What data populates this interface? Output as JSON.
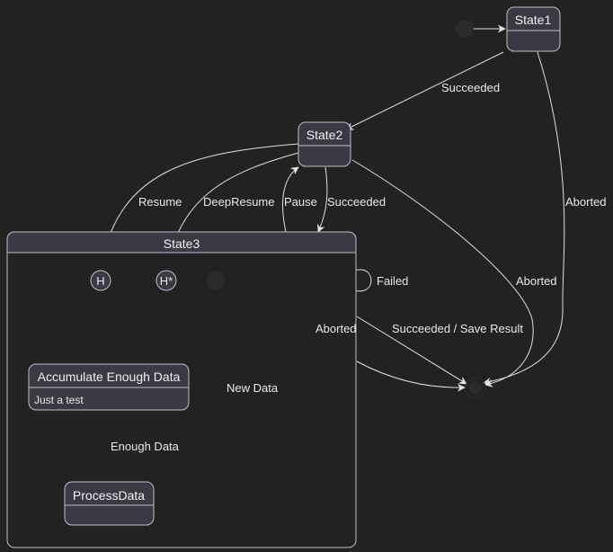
{
  "states": {
    "state1": "State1",
    "state2": "State2",
    "state3": "State3",
    "accumulate": "Accumulate Enough Data",
    "accumulate_desc": "Just a test",
    "process": "ProcessData",
    "history": "H",
    "deep_history": "H*"
  },
  "transitions": {
    "s1_s2": "Succeeded",
    "s1_end": "Aborted",
    "s2_h": "Resume",
    "s2_hdeep": "DeepResume",
    "s3_s2": "Pause",
    "s2_s3": "Succeeded",
    "s2_end": "Aborted",
    "s3_self": "Failed",
    "s3_end_aborted": "Aborted",
    "s3_end_succeeded": "Succeeded / Save Result",
    "acc_self": "New Data",
    "acc_process": "Enough Data"
  },
  "colors": {
    "background": "#222222",
    "state_fill": "#3a3a44",
    "state_border": "#bfbfc6",
    "edge": "#e0e0e0",
    "initial_node": "#2b2b2b"
  }
}
